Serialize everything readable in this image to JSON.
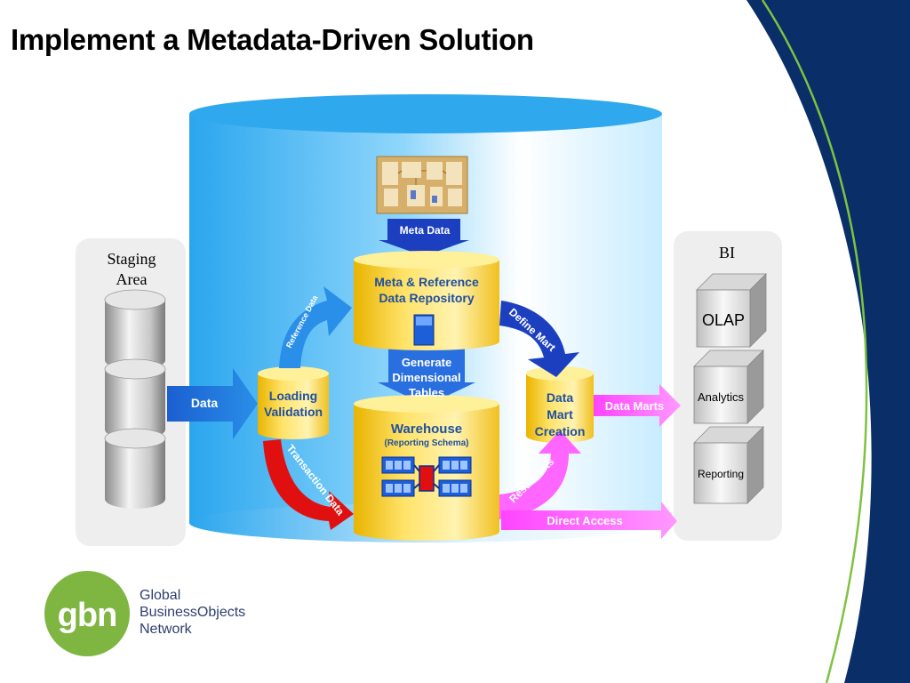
{
  "slide": {
    "title": "Implement a Metadata-Driven Solution"
  },
  "staging": {
    "label_line1": "Staging",
    "label_line2": "Area"
  },
  "bi": {
    "label": "BI",
    "olap": "OLAP",
    "analytics": "Analytics",
    "reporting": "Reporting"
  },
  "flows": {
    "meta_data": "Meta Data",
    "data": "Data",
    "reference_data": "Reference Data",
    "transaction_data": "Transaction Data",
    "define_mart": "Define Mart",
    "result_sets": "Result Sets",
    "data_marts": "Data Marts",
    "direct_access": "Direct Access",
    "generate_line1": "Generate",
    "generate_line2": "Dimensional",
    "generate_line3": "Tables"
  },
  "nodes": {
    "repository_line1": "Meta & Reference",
    "repository_line2": "Data Repository",
    "loading_line1": "Loading",
    "loading_line2": "Validation",
    "warehouse_title": "Warehouse",
    "warehouse_sub": "(Reporting Schema)",
    "mart_line1": "Data",
    "mart_line2": "Mart",
    "mart_line3": "Creation"
  },
  "logo": {
    "mark": "gbn",
    "line1": "Global",
    "line2": "BusinessObjects",
    "line3": "Network"
  },
  "colors": {
    "navy": "#0a2f68",
    "cylinder_blue": "#4db8f0",
    "gold": "#ffd21e",
    "arrow_blue": "#1c4fd0",
    "arrow_red": "#e01010",
    "arrow_pink": "#ff66ff",
    "logo_green": "#7fb541"
  }
}
